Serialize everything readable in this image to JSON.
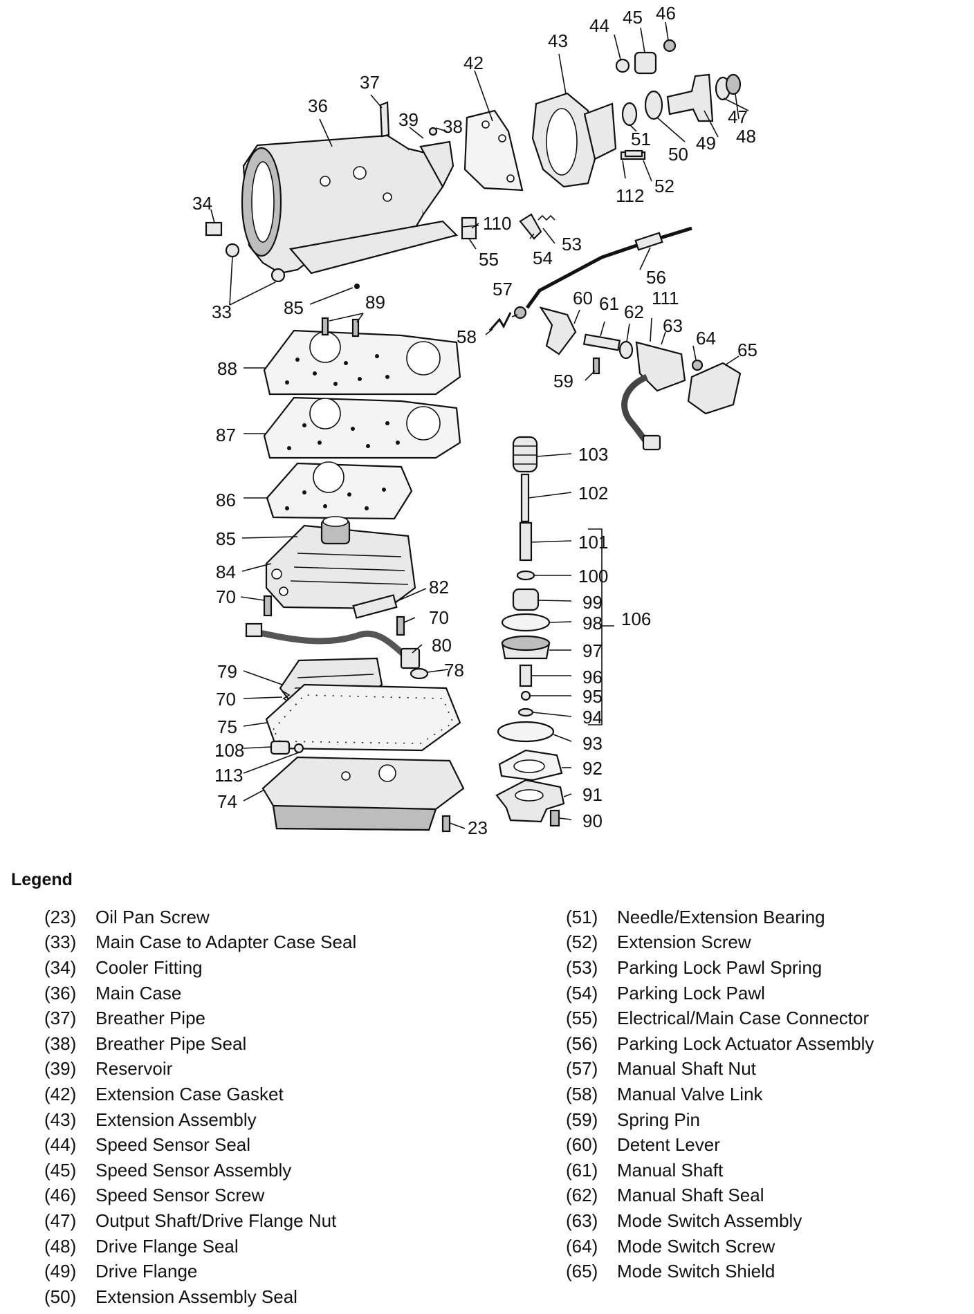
{
  "callouts": {
    "c23": "23",
    "c33": "33",
    "c34": "34",
    "c36": "36",
    "c37": "37",
    "c38": "38",
    "c39": "39",
    "c42": "42",
    "c43": "43",
    "c44": "44",
    "c45": "45",
    "c46": "46",
    "c47": "47",
    "c48": "48",
    "c49": "49",
    "c50": "50",
    "c51": "51",
    "c52": "52",
    "c53": "53",
    "c54": "54",
    "c55": "55",
    "c56": "56",
    "c57": "57",
    "c58": "58",
    "c59": "59",
    "c60": "60",
    "c61": "61",
    "c62": "62",
    "c63": "63",
    "c64": "64",
    "c65": "65",
    "c70a": "70",
    "c70b": "70",
    "c70c": "70",
    "c74": "74",
    "c75": "75",
    "c78": "78",
    "c79": "79",
    "c80": "80",
    "c82": "82",
    "c84": "84",
    "c85a": "85",
    "c85b": "85",
    "c86": "86",
    "c87": "87",
    "c88": "88",
    "c89": "89",
    "c90": "90",
    "c91": "91",
    "c92": "92",
    "c93": "93",
    "c94": "94",
    "c95": "95",
    "c96": "96",
    "c97": "97",
    "c98": "98",
    "c99": "99",
    "c100": "100",
    "c101": "101",
    "c102": "102",
    "c103": "103",
    "c106": "106",
    "c108": "108",
    "c110": "110",
    "c111": "111",
    "c112": "112",
    "c113": "113"
  },
  "legend": {
    "heading": "Legend",
    "left": [
      {
        "num": "(23)",
        "label": "Oil Pan Screw"
      },
      {
        "num": "(33)",
        "label": "Main Case to Adapter Case Seal"
      },
      {
        "num": "(34)",
        "label": "Cooler Fitting"
      },
      {
        "num": "(36)",
        "label": "Main Case"
      },
      {
        "num": "(37)",
        "label": "Breather Pipe"
      },
      {
        "num": "(38)",
        "label": "Breather Pipe Seal"
      },
      {
        "num": "(39)",
        "label": "Reservoir"
      },
      {
        "num": "(42)",
        "label": "Extension Case Gasket"
      },
      {
        "num": "(43)",
        "label": "Extension Assembly"
      },
      {
        "num": "(44)",
        "label": "Speed Sensor Seal"
      },
      {
        "num": "(45)",
        "label": "Speed Sensor Assembly"
      },
      {
        "num": "(46)",
        "label": "Speed Sensor Screw"
      },
      {
        "num": "(47)",
        "label": "Output Shaft/Drive Flange Nut"
      },
      {
        "num": "(48)",
        "label": "Drive Flange Seal"
      },
      {
        "num": "(49)",
        "label": "Drive Flange"
      },
      {
        "num": "(50)",
        "label": "Extension Assembly Seal"
      }
    ],
    "right": [
      {
        "num": "(51)",
        "label": "Needle/Extension Bearing"
      },
      {
        "num": "(52)",
        "label": "Extension Screw"
      },
      {
        "num": "(53)",
        "label": "Parking Lock Pawl Spring"
      },
      {
        "num": "(54)",
        "label": "Parking Lock Pawl"
      },
      {
        "num": "(55)",
        "label": "Electrical/Main Case Connector"
      },
      {
        "num": "(56)",
        "label": "Parking Lock Actuator Assembly"
      },
      {
        "num": "(57)",
        "label": "Manual Shaft Nut"
      },
      {
        "num": "(58)",
        "label": "Manual Valve Link"
      },
      {
        "num": "(59)",
        "label": "Spring Pin"
      },
      {
        "num": "(60)",
        "label": "Detent Lever"
      },
      {
        "num": "(61)",
        "label": "Manual Shaft"
      },
      {
        "num": "(62)",
        "label": "Manual Shaft Seal"
      },
      {
        "num": "(63)",
        "label": "Mode Switch Assembly"
      },
      {
        "num": "(64)",
        "label": "Mode Switch Screw"
      },
      {
        "num": "(65)",
        "label": "Mode Switch Shield"
      }
    ]
  }
}
